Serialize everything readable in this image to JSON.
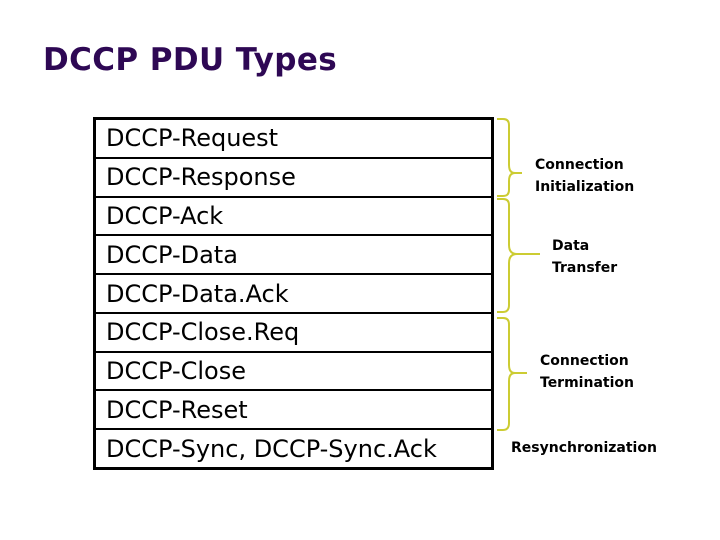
{
  "slide": {
    "title": "DCCP PDU Types",
    "title_color": "#2e0854",
    "background_color": "#ffffff",
    "brace_color": "#cccc33",
    "table_border_color": "#000000"
  },
  "pdu_table": {
    "rows": [
      {
        "label": "DCCP-Request"
      },
      {
        "label": "DCCP-Response"
      },
      {
        "label": "DCCP-Ack"
      },
      {
        "label": "DCCP-Data"
      },
      {
        "label": "DCCP-Data.Ack"
      },
      {
        "label": "DCCP-Close.Req"
      },
      {
        "label": "DCCP-Close"
      },
      {
        "label": "DCCP-Reset"
      },
      {
        "label": "DCCP-Sync, DCCP-Sync.Ack"
      }
    ]
  },
  "groups": [
    {
      "label": "Connection\nInitialization",
      "covers_rows": [
        1,
        2
      ],
      "has_brace": true
    },
    {
      "label": "Data\nTransfer",
      "covers_rows": [
        3,
        5
      ],
      "has_brace": true
    },
    {
      "label": "Connection\nTermination",
      "covers_rows": [
        6,
        8
      ],
      "has_brace": true
    },
    {
      "label": "Resynchronization",
      "covers_rows": [
        9
      ],
      "has_brace": false
    }
  ]
}
